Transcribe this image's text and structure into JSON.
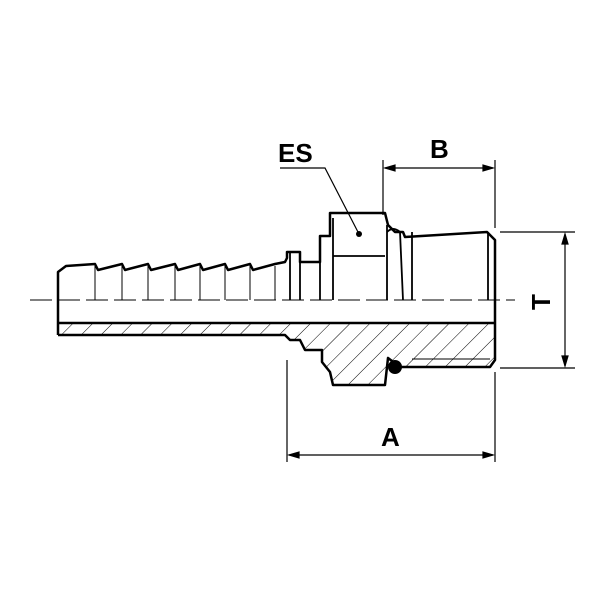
{
  "labels": {
    "es": "ES",
    "b": "B",
    "a": "A",
    "t": "T"
  }
}
